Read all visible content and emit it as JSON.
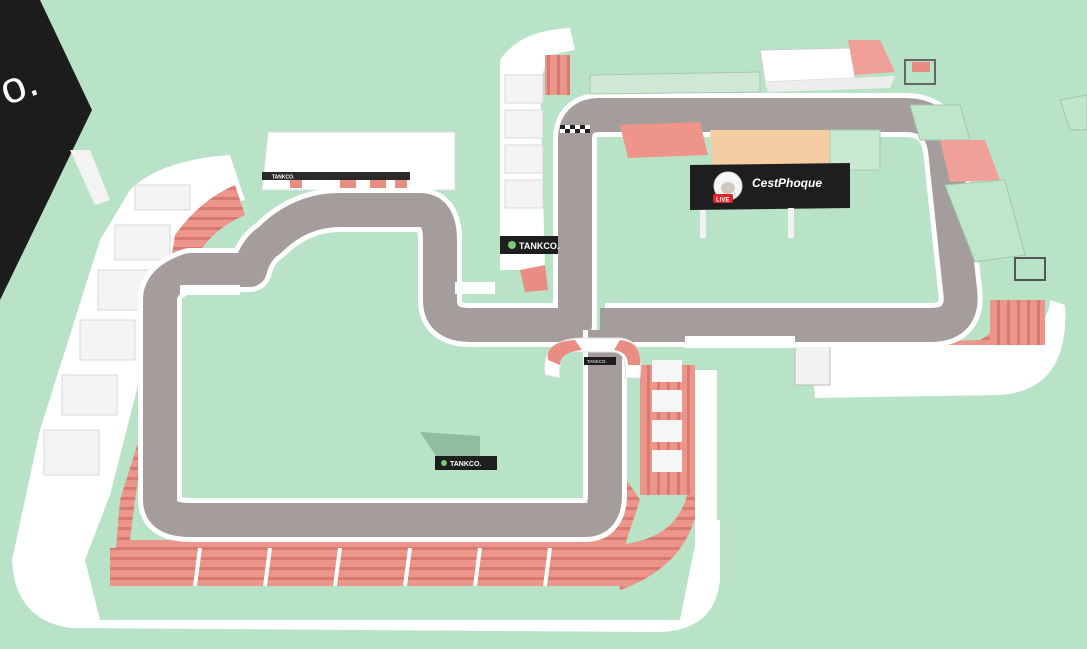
{
  "scene": {
    "background": "#b9e3c6",
    "track_color": "#a59d9b",
    "stand_color": "#e98c82",
    "wall_color": "#ffffff"
  },
  "billboards": {
    "main_sponsor": "TANKCO.",
    "pit_banner": "TANKCO.",
    "infield_sign": "TANKCO.",
    "arch_sign": "TANKCO."
  },
  "stream_screen": {
    "streamer_name": "CestPhoque",
    "live_badge": "LIVE"
  },
  "corner_logo": "o."
}
